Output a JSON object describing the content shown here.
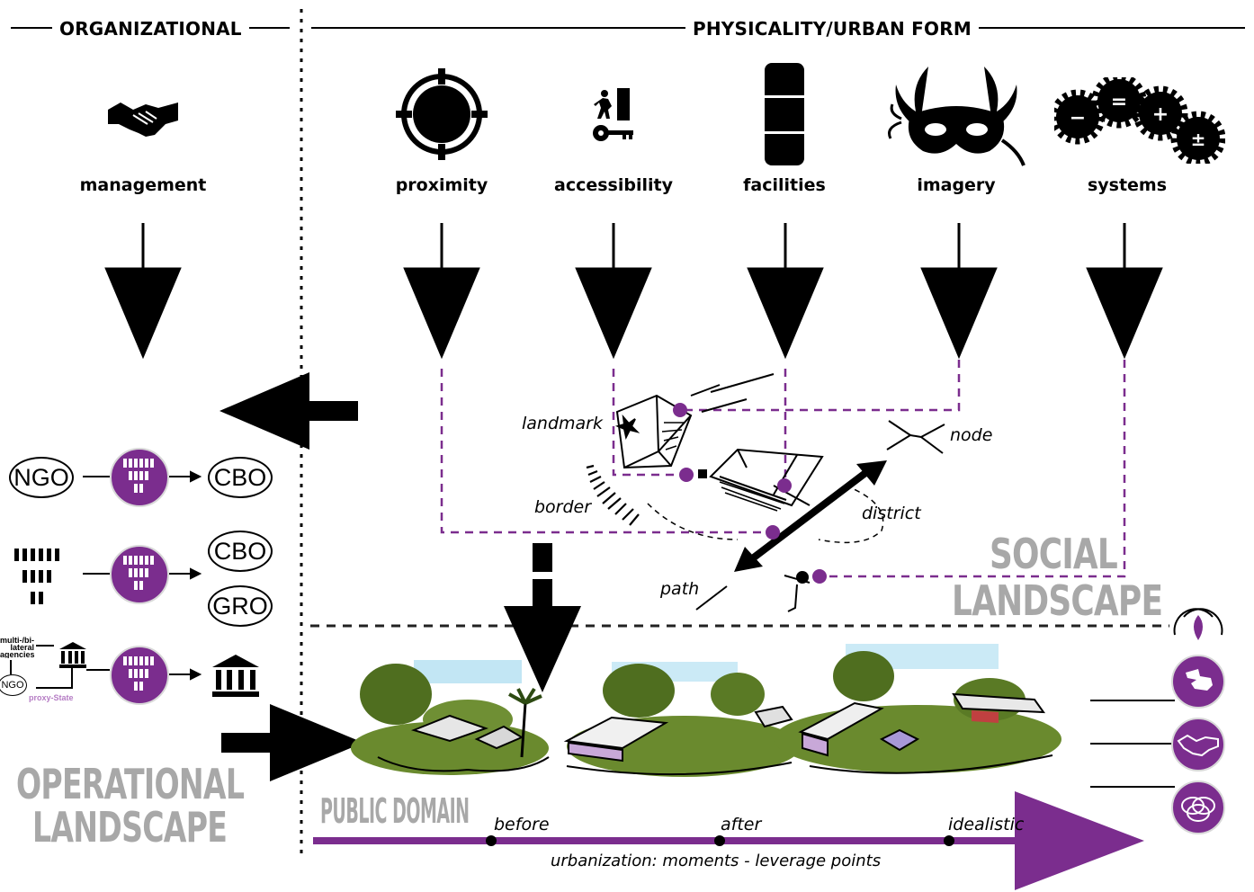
{
  "headers": {
    "organizational": "ORGANIZATIONAL",
    "physicality": "PHYSICALITY/URBAN FORM"
  },
  "categories": {
    "management": "management",
    "proximity": "proximity",
    "accessibility": "accessibility",
    "facilities": "facilities",
    "imagery": "imagery",
    "systems": "systems"
  },
  "sketch_labels": {
    "landmark": "landmark",
    "node": "node",
    "border": "border",
    "district": "district",
    "path": "path"
  },
  "landscapes": {
    "social_1": "SOCIAL",
    "social_2": "LANDSCAPE",
    "operational_1": "OPERATIONAL",
    "operational_2": "LANDSCAPE",
    "public_domain": "PUBLIC DOMAIN"
  },
  "organizations": {
    "row1_left": "NGO",
    "row1_right": "CBO",
    "row2_right_top": "CBO",
    "row2_right_bottom": "GRO",
    "row3_agencies": "multi-/bi-lateral agencies",
    "row3_ngo": "NGO",
    "row3_proxy": "proxy-State"
  },
  "timeline": {
    "before": "before",
    "after": "after",
    "idealistic": "idealistic",
    "caption": "urbanization: moments - leverage points"
  },
  "colors": {
    "accent_purple": "#7b2d8e",
    "landscape_gray": "#a8a8a8",
    "ink": "#000000"
  }
}
